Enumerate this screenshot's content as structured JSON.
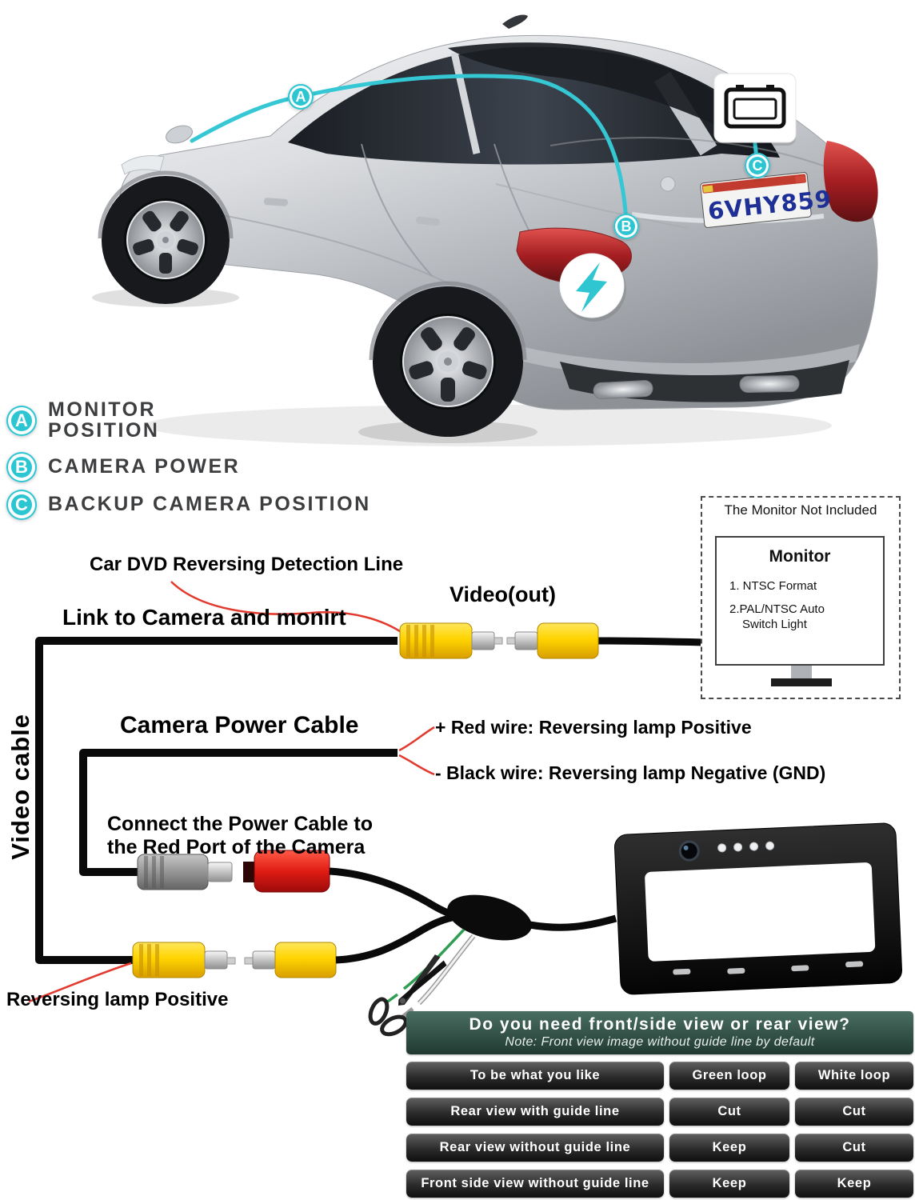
{
  "colors": {
    "accent_teal": "#2cc6d3",
    "rca_yellow": "#ffd400",
    "annotation_red": "#e23a2e",
    "power_red": "#d91f1f",
    "table_header_green": "#3a5d52"
  },
  "legend": {
    "items": [
      {
        "letter": "A",
        "line1": "MONITOR",
        "line2": "POSITION"
      },
      {
        "letter": "B",
        "line1": "CAMERA POWER",
        "line2": ""
      },
      {
        "letter": "C",
        "line1": "BACKUP CAMERA POSITION",
        "line2": ""
      }
    ]
  },
  "car": {
    "plate_text": "6VHY859"
  },
  "wiring": {
    "dvd_line": "Car DVD Reversing Detection Line",
    "video_out": "Video(out)",
    "link": "Link to Camera and monirt",
    "video_cable": "Video cable",
    "power_cable": "Camera Power Cable",
    "red_wire": "+ Red wire: Reversing lamp Positive",
    "black_wire": "- Black wire: Reversing lamp Negative (GND)",
    "connect1": "Connect the Power Cable to",
    "connect2": "the Red Port of the Camera",
    "reversing": "Reversing lamp Positive"
  },
  "monitor": {
    "not_included": "The Monitor Not Included",
    "title": "Monitor",
    "line1": "1. NTSC Format",
    "line2": "2.PAL/NTSC Auto",
    "line3": "Switch Light"
  },
  "table": {
    "header": "Do you need front/side view or rear view?",
    "note": "Note: Front view image without guide line by default",
    "rows": [
      [
        "To be what you like",
        "Green loop",
        "White loop"
      ],
      [
        "Rear view with guide line",
        "Cut",
        "Cut"
      ],
      [
        "Rear view without guide line",
        "Keep",
        "Cut"
      ],
      [
        "Front side view without guide line",
        "Keep",
        "Keep"
      ]
    ]
  }
}
